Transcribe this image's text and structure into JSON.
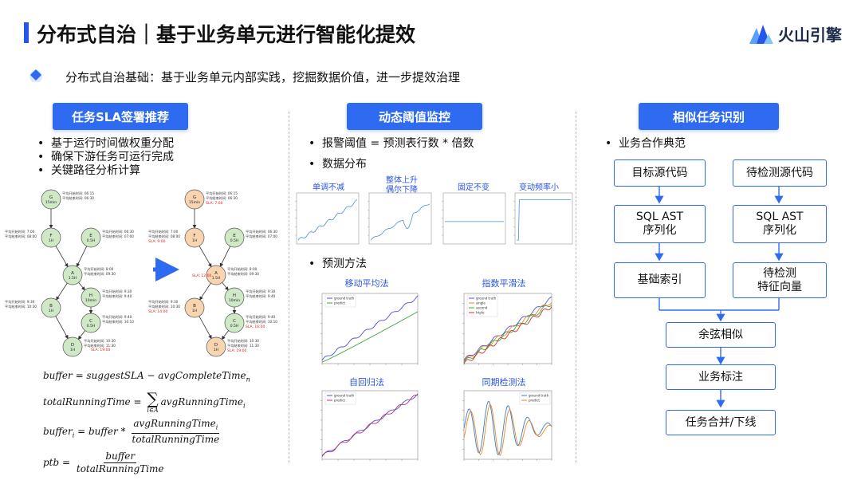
{
  "header": {
    "title": "分布式自治｜基于业务单元进行智能化提效",
    "logo_text": "火山引擎"
  },
  "intro": {
    "text": "分布式自治基础：基于业务单元内部实践，挖掘数据价值，进一步提效治理"
  },
  "left": {
    "section_label": "任务SLA签署推荐",
    "bullets": [
      "基于运行时间做权重分配",
      "确保下游任务可运行完成",
      "关键路径分析计算"
    ],
    "dag_nodes": [
      {
        "id": "G",
        "sub": "15min",
        "note1": "平均开始时间: 06:15",
        "note2": "平均结束时间: 06:30"
      },
      {
        "id": "F",
        "sub": "1H",
        "note1": "平均开始时间: 7:00",
        "note2": "平均结束时间: 08:00"
      },
      {
        "id": "E",
        "sub": "0.5H",
        "note1": "平均开始时间: 06:30",
        "note2": "平均结束时间: 07:00"
      },
      {
        "id": "A",
        "sub": "1.5H",
        "note1": "平均开始时间: 8:00",
        "note2": "平均结束时间: 09:30"
      },
      {
        "id": "H",
        "sub": "10min",
        "note1": "平均开始时间: 9:30",
        "note2": "平均结束时间: 9:40"
      },
      {
        "id": "B",
        "sub": "1H",
        "note1": "平均开始时间: 9:30",
        "note2": "平均结束时间: 10:30"
      },
      {
        "id": "C",
        "sub": "0.5H",
        "note1": "平均开始时间: 9:40",
        "note2": "平均结束时间: 10:10"
      },
      {
        "id": "D",
        "sub": "1H",
        "note1": "平均开始时间: 10:30",
        "note2": "平均结束时间: 11:30"
      }
    ],
    "left_sla_d": "SLA: 19:00",
    "right_sla": {
      "G": "SLA: 7:00",
      "F": "SLA: 9:00",
      "A": "SLA: 12:00",
      "B": "SLA: 14:00",
      "C": "SLA: 16:00",
      "D": "SLA: 19:00"
    },
    "formulas": {
      "f1": "buffer = suggestSLA − avgCompleteTime",
      "f1_sub": "n",
      "f2_lhs": "totalRunningTime = ",
      "f2_sum_sub": "i∈A",
      "f2_rhs": "avgRunningTime",
      "f2_rhs_sub": "i",
      "f3_lhs": "buffer",
      "f3_lhs_sub": "i",
      "f3_mid": " = buffer * ",
      "f3_num": "avgRunningTime",
      "f3_num_sub": "i",
      "f3_den": "totalRunningTime",
      "f4_lhs": "ptb = ",
      "f4_num": "buffer",
      "f4_den": "totalRunningTime"
    }
  },
  "middle": {
    "section_label": "动态阈值监控",
    "bullets": [
      "报警阈值 = 预测表行数 * 倍数",
      "数据分布"
    ],
    "dist_labels": [
      "单调不减",
      "整体上升\n偶尔下降",
      "固定不变",
      "变动频率小"
    ],
    "predict_bullet": "预测方法",
    "method_titles": [
      "移动平均法",
      "指数平滑法",
      "自回归法",
      "同期检测法"
    ],
    "legend_gt": "ground truth",
    "legend_pred": "predict",
    "legend_single": "single",
    "legend_second": "second",
    "legend_triple": "triple"
  },
  "right": {
    "section_label": "相似任务识别",
    "bullet": "业务合作典范",
    "boxes": {
      "target_src": "目标源代码",
      "check_src": "待检测源代码",
      "ast_left": "SQL AST\n序列化",
      "ast_right": "SQL AST\n序列化",
      "base_index": "基础索引",
      "check_vec": "待检测\n特征向量",
      "cosine": "余弦相似",
      "label": "业务标注",
      "merge": "任务合并/下线"
    }
  },
  "colors": {
    "accent": "#2f6bf0",
    "node_green": "#cfe8c6",
    "node_orange": "#f8d5b0",
    "sla_red": "#e02020",
    "pred_green": "#3aa83a",
    "gt_blue": "#4a52d8"
  }
}
